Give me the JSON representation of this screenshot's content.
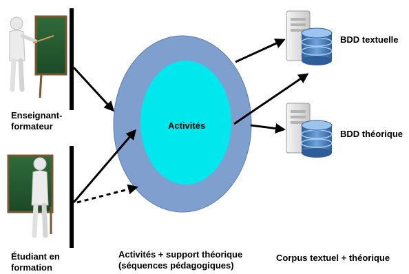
{
  "actors": {
    "teacher": {
      "line1": "Enseignant-",
      "line2": "formateur",
      "icon": "teacher-at-board-icon"
    },
    "student": {
      "line1": "Étudiant en",
      "line2": "formation",
      "icon": "student-at-board-icon"
    }
  },
  "center": {
    "label": "Activités",
    "outer_color": "#7f9fcf",
    "inner_color": "#00e8ee"
  },
  "databases": [
    {
      "label": "BDD textuelle",
      "icon": "database-server-icon"
    },
    {
      "label": "BDD théorique",
      "icon": "database-server-icon"
    }
  ],
  "captions": {
    "activities_line1": "Activités + support théorique",
    "activities_line2": "(séquences pédagogiques)",
    "corpus": "Corpus textuel + théorique"
  }
}
